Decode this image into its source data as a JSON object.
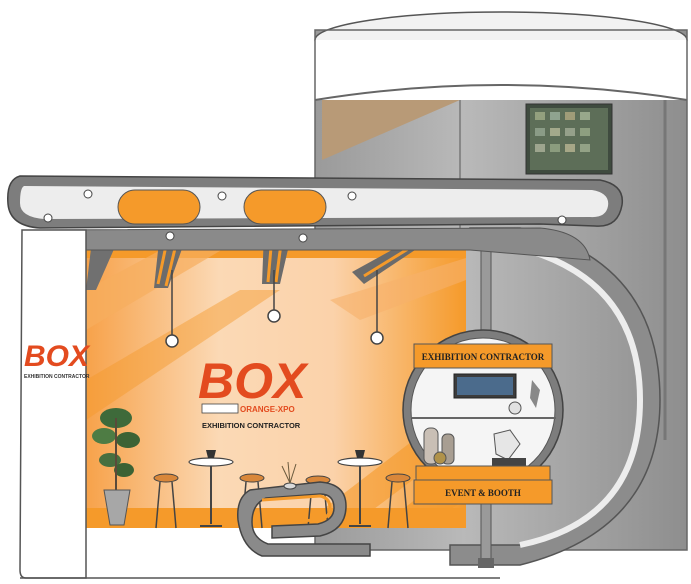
{
  "brand": {
    "logo_text": "BOX",
    "tagline": "EXHIBITION CONTRACTOR",
    "partner_text": "ORANGE-XPO"
  },
  "shelf": {
    "top_label": "EXHIBITION CONTRACTOR",
    "bottom_label": "EVENT & BOOTH"
  },
  "colors": {
    "accent": "#F59A2A",
    "structure": "#7D7D7D",
    "structure_light": "#EDEDED",
    "logo_red": "#E34B1F"
  }
}
